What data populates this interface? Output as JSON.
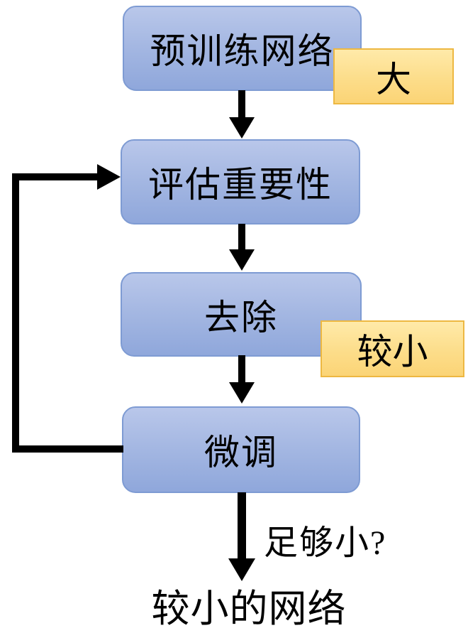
{
  "diagram": {
    "title": "network-pruning-flowchart",
    "nodes": [
      {
        "id": "pretrain",
        "label": "预训练网络"
      },
      {
        "id": "evaluate",
        "label": "评估重要性"
      },
      {
        "id": "remove",
        "label": "去除"
      },
      {
        "id": "finetune",
        "label": "微调"
      }
    ],
    "annotations": [
      {
        "id": "size-large",
        "label": "大",
        "attached_to": "pretrain"
      },
      {
        "id": "size-smaller",
        "label": "较小",
        "attached_to": "remove"
      }
    ],
    "edges": [
      {
        "from": "pretrain",
        "to": "evaluate",
        "label": ""
      },
      {
        "from": "evaluate",
        "to": "remove",
        "label": ""
      },
      {
        "from": "remove",
        "to": "finetune",
        "label": ""
      },
      {
        "from": "finetune",
        "to": "evaluate",
        "label": "",
        "type": "feedback-loop"
      },
      {
        "from": "finetune",
        "to": "output",
        "label": "足够小?"
      }
    ],
    "edge_question_label": "足够小?",
    "output_label": "较小的网络",
    "colors": {
      "node_fill_top": "#b9c7ea",
      "node_fill_bottom": "#8fa7db",
      "node_border": "#7e9bd3",
      "annotation_fill_top": "#ffeaa9",
      "annotation_fill_bottom": "#fbd476",
      "annotation_border": "#edb842",
      "arrow": "#000000",
      "text": "#000000",
      "background": "#ffffff"
    }
  }
}
